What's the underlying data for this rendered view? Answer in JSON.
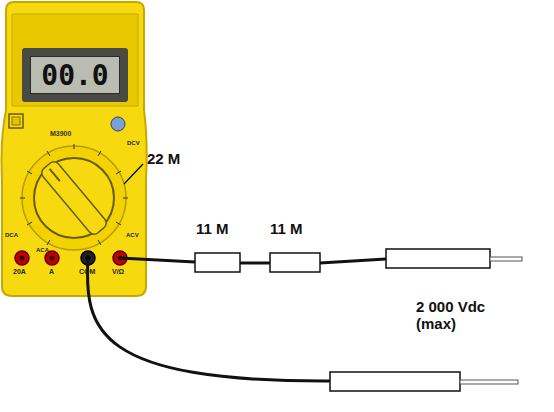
{
  "diagram": {
    "nodes": [
      {
        "text": [
          "00.0"
        ]
      }
    ],
    "labels": [
      "M3900",
      "22 M",
      "11 M",
      "11 M",
      "2 000 Vdc (max)",
      "20A",
      "A",
      "COM",
      "V/Ω",
      "DCV",
      "ACV",
      "DCA",
      "ACA"
    ]
  }
}
